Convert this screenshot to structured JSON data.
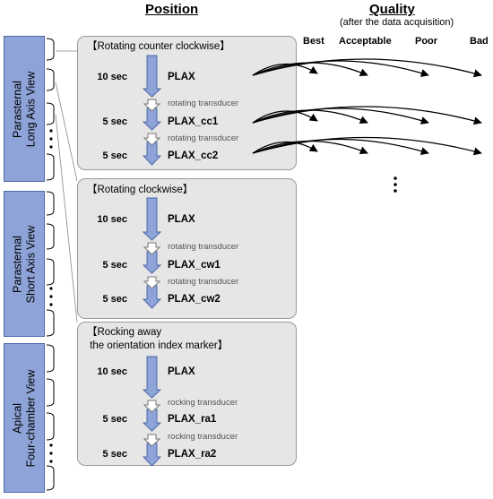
{
  "headers": {
    "position": "Position",
    "quality": "Quality",
    "quality_sub": "(after the data acquisition)"
  },
  "quality_levels": [
    "Best",
    "Acceptable",
    "Poor",
    "Bad"
  ],
  "views": [
    {
      "label": "Parasternal\nLong Axis View"
    },
    {
      "label": "Parasternal\nShort Axis View"
    },
    {
      "label": "Apical\nFour-chamber View"
    }
  ],
  "panels": [
    {
      "title": "【Rotating counter clockwise】",
      "steps": [
        {
          "duration": "10 sec",
          "name": "PLAX"
        },
        {
          "transition": "rotating transducer"
        },
        {
          "duration": "5 sec",
          "name": "PLAX_cc1"
        },
        {
          "transition": "rotating transducer"
        },
        {
          "duration": "5 sec",
          "name": "PLAX_cc2"
        }
      ]
    },
    {
      "title": "【Rotating clockwise】",
      "steps": [
        {
          "duration": "10 sec",
          "name": "PLAX"
        },
        {
          "transition": "rotating transducer"
        },
        {
          "duration": "5 sec",
          "name": "PLAX_cw1"
        },
        {
          "transition": "rotating transducer"
        },
        {
          "duration": "5 sec",
          "name": "PLAX_cw2"
        }
      ]
    },
    {
      "title": "【Rocking away\n the orientation index marker】",
      "steps": [
        {
          "duration": "10 sec",
          "name": "PLAX"
        },
        {
          "transition": "rocking transducer"
        },
        {
          "duration": "5 sec",
          "name": "PLAX_ra1"
        },
        {
          "transition": "rocking transducer"
        },
        {
          "duration": "5 sec",
          "name": "PLAX_ra2"
        }
      ]
    }
  ],
  "colors": {
    "panel_bg": "#e6e6e6",
    "view_box": "#8ea3d8",
    "arrow_fill": "#8ea3d8",
    "arrow_stroke": "#4f6aa8"
  }
}
